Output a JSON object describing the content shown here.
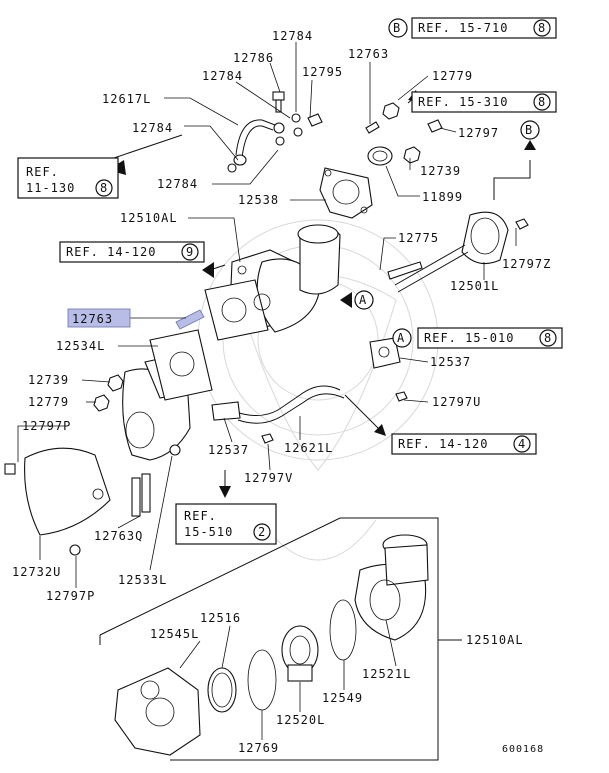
{
  "diagram": {
    "highlighted_part": "12763",
    "highlight_color": "#b7bde6",
    "line_color": "#111111",
    "figure_id": "600168",
    "part_labels": {
      "p12784_top": "12784",
      "p12786": "12786",
      "p12784_b": "12784",
      "p12795": "12795",
      "p12763_top": "12763",
      "p12779_top": "12779",
      "p12617L": "12617L",
      "p12797_mid": "12797",
      "p12784_c": "12784",
      "p12739_top": "12739",
      "p12784_d": "12784",
      "p12538": "12538",
      "p11899": "11899",
      "p12510AL_top": "12510AL",
      "p12775": "12775",
      "p12797Z": "12797Z",
      "p12501L": "12501L",
      "p12763_hl": "12763",
      "p12534L": "12534L",
      "p12537_r": "12537",
      "p12739_l": "12739",
      "p12779_l": "12779",
      "p12797U": "12797U",
      "p12797P_top": "12797P",
      "p12537_b": "12537",
      "p12621L": "12621L",
      "p12797V": "12797V",
      "p12763Q": "12763Q",
      "p12732U": "12732U",
      "p12533L": "12533L",
      "p12797P_bot": "12797P",
      "p12516": "12516",
      "p12545L": "12545L",
      "p12510AL_bot": "12510AL",
      "p12521L": "12521L",
      "p12549": "12549",
      "p12520L": "12520L",
      "p12769": "12769"
    },
    "refs": {
      "r15_710": {
        "prefix": "REF. 15-710",
        "circle": "8",
        "marker": "B"
      },
      "r15_310": {
        "prefix": "REF. 15-310",
        "circle": "8"
      },
      "r11_130": {
        "line1": "REF.",
        "line2": "11-130",
        "circle": "8"
      },
      "r14_120_top": {
        "prefix": "REF. 14-120",
        "circle": "9"
      },
      "r15_010": {
        "prefix": "REF. 15-010",
        "circle": "8",
        "marker": "A"
      },
      "r14_120_bot": {
        "prefix": "REF. 14-120",
        "circle": "4"
      },
      "r15_510": {
        "line1": "REF.",
        "line2": "15-510",
        "circle": "2"
      }
    },
    "markers": {
      "a_mid": "A",
      "b_right": "B"
    }
  }
}
